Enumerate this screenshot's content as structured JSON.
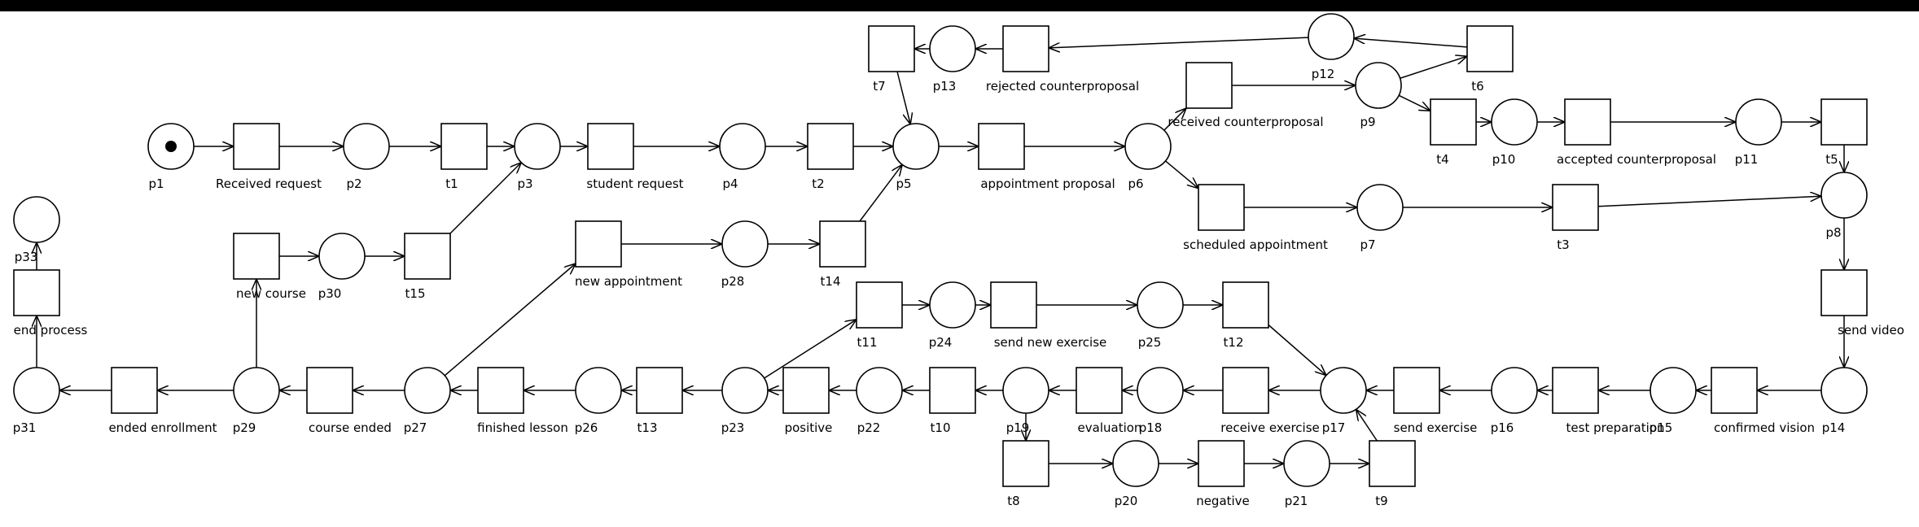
{
  "colors": {
    "stroke": "#000000",
    "background": "#ffffff",
    "top_bar": "#000000"
  },
  "places": [
    {
      "id": "p1",
      "label": "p1",
      "tokens": 1
    },
    {
      "id": "p2",
      "label": "p2",
      "tokens": 0
    },
    {
      "id": "p3",
      "label": "p3",
      "tokens": 0
    },
    {
      "id": "p4",
      "label": "p4",
      "tokens": 0
    },
    {
      "id": "p5",
      "label": "p5",
      "tokens": 0
    },
    {
      "id": "p6",
      "label": "p6",
      "tokens": 0
    },
    {
      "id": "p7",
      "label": "p7",
      "tokens": 0
    },
    {
      "id": "p8",
      "label": "p8",
      "tokens": 0
    },
    {
      "id": "p9",
      "label": "p9",
      "tokens": 0
    },
    {
      "id": "p10",
      "label": "p10",
      "tokens": 0
    },
    {
      "id": "p11",
      "label": "p11",
      "tokens": 0
    },
    {
      "id": "p12",
      "label": "p12",
      "tokens": 0
    },
    {
      "id": "p13",
      "label": "p13",
      "tokens": 0
    },
    {
      "id": "p14",
      "label": "p14",
      "tokens": 0
    },
    {
      "id": "p15",
      "label": "p15",
      "tokens": 0
    },
    {
      "id": "p16",
      "label": "p16",
      "tokens": 0
    },
    {
      "id": "p17",
      "label": "p17",
      "tokens": 0
    },
    {
      "id": "p18",
      "label": "p18",
      "tokens": 0
    },
    {
      "id": "p19",
      "label": "p19",
      "tokens": 0
    },
    {
      "id": "p20",
      "label": "p20",
      "tokens": 0
    },
    {
      "id": "p21",
      "label": "p21",
      "tokens": 0
    },
    {
      "id": "p22",
      "label": "p22",
      "tokens": 0
    },
    {
      "id": "p23",
      "label": "p23",
      "tokens": 0
    },
    {
      "id": "p24",
      "label": "p24",
      "tokens": 0
    },
    {
      "id": "p25",
      "label": "p25",
      "tokens": 0
    },
    {
      "id": "p26",
      "label": "p26",
      "tokens": 0
    },
    {
      "id": "p27",
      "label": "p27",
      "tokens": 0
    },
    {
      "id": "p28",
      "label": "p28",
      "tokens": 0
    },
    {
      "id": "p29",
      "label": "p29",
      "tokens": 0
    },
    {
      "id": "p30",
      "label": "p30",
      "tokens": 0
    },
    {
      "id": "p31",
      "label": "p31",
      "tokens": 0
    },
    {
      "id": "p33",
      "label": "p33",
      "tokens": 0
    }
  ],
  "transitions": [
    {
      "id": "received_request",
      "label": "Received request"
    },
    {
      "id": "t1",
      "label": "t1"
    },
    {
      "id": "student_request",
      "label": "student request"
    },
    {
      "id": "t2",
      "label": "t2"
    },
    {
      "id": "appointment_proposal",
      "label": "appointment proposal"
    },
    {
      "id": "received_counterproposal",
      "label": "received counterproposal"
    },
    {
      "id": "scheduled_appointment",
      "label": "scheduled appointment"
    },
    {
      "id": "t3",
      "label": "t3"
    },
    {
      "id": "t4",
      "label": "t4"
    },
    {
      "id": "accepted_counterproposal",
      "label": "accepted counterproposal"
    },
    {
      "id": "t5",
      "label": "t5"
    },
    {
      "id": "t6",
      "label": "t6"
    },
    {
      "id": "rejected_counterproposal",
      "label": "rejected counterproposal"
    },
    {
      "id": "t7",
      "label": "t7"
    },
    {
      "id": "send_video",
      "label": "send video"
    },
    {
      "id": "confirmed_vision",
      "label": "confirmed vision"
    },
    {
      "id": "test_preparation",
      "label": "test preparation"
    },
    {
      "id": "send_exercise",
      "label": "send exercise"
    },
    {
      "id": "receive_exercise",
      "label": "receive exercise"
    },
    {
      "id": "evaluation",
      "label": "evaluation"
    },
    {
      "id": "t8",
      "label": "t8"
    },
    {
      "id": "negative",
      "label": "negative"
    },
    {
      "id": "t9",
      "label": "t9"
    },
    {
      "id": "t10",
      "label": "t10"
    },
    {
      "id": "positive",
      "label": "positive"
    },
    {
      "id": "t11",
      "label": "t11"
    },
    {
      "id": "send_new_exercise",
      "label": "send new exercise"
    },
    {
      "id": "t12",
      "label": "t12"
    },
    {
      "id": "t13",
      "label": "t13"
    },
    {
      "id": "finished_lesson",
      "label": "finished lesson"
    },
    {
      "id": "new_appointment",
      "label": "new appointment"
    },
    {
      "id": "t14",
      "label": "t14"
    },
    {
      "id": "course_ended",
      "label": "course ended"
    },
    {
      "id": "new_course",
      "label": "new course"
    },
    {
      "id": "t15",
      "label": "t15"
    },
    {
      "id": "ended_enrollment",
      "label": "ended enrollment"
    },
    {
      "id": "end_process",
      "label": "end process"
    }
  ],
  "arcs": [
    [
      "p1",
      "received_request"
    ],
    [
      "received_request",
      "p2"
    ],
    [
      "p2",
      "t1"
    ],
    [
      "t1",
      "p3"
    ],
    [
      "p3",
      "student_request"
    ],
    [
      "student_request",
      "p4"
    ],
    [
      "p4",
      "t2"
    ],
    [
      "t2",
      "p5"
    ],
    [
      "p5",
      "appointment_proposal"
    ],
    [
      "appointment_proposal",
      "p6"
    ],
    [
      "p6",
      "received_counterproposal"
    ],
    [
      "p6",
      "scheduled_appointment"
    ],
    [
      "scheduled_appointment",
      "p7"
    ],
    [
      "p7",
      "t3"
    ],
    [
      "t3",
      "p8"
    ],
    [
      "received_counterproposal",
      "p9"
    ],
    [
      "p9",
      "t4"
    ],
    [
      "t4",
      "p10"
    ],
    [
      "p10",
      "accepted_counterproposal"
    ],
    [
      "accepted_counterproposal",
      "p11"
    ],
    [
      "p11",
      "t5"
    ],
    [
      "t5",
      "p8"
    ],
    [
      "p9",
      "t6"
    ],
    [
      "t6",
      "p12"
    ],
    [
      "p12",
      "rejected_counterproposal"
    ],
    [
      "rejected_counterproposal",
      "p13"
    ],
    [
      "p13",
      "t7"
    ],
    [
      "t7",
      "p5"
    ],
    [
      "p8",
      "send_video"
    ],
    [
      "send_video",
      "p14"
    ],
    [
      "p14",
      "confirmed_vision"
    ],
    [
      "confirmed_vision",
      "p15"
    ],
    [
      "p15",
      "test_preparation"
    ],
    [
      "test_preparation",
      "p16"
    ],
    [
      "p16",
      "send_exercise"
    ],
    [
      "send_exercise",
      "p17"
    ],
    [
      "p17",
      "receive_exercise"
    ],
    [
      "receive_exercise",
      "p18"
    ],
    [
      "p18",
      "evaluation"
    ],
    [
      "evaluation",
      "p19"
    ],
    [
      "p19",
      "t8"
    ],
    [
      "t8",
      "p20"
    ],
    [
      "p20",
      "negative"
    ],
    [
      "negative",
      "p21"
    ],
    [
      "p21",
      "t9"
    ],
    [
      "t9",
      "p17"
    ],
    [
      "p19",
      "t10"
    ],
    [
      "t10",
      "p22"
    ],
    [
      "p22",
      "positive"
    ],
    [
      "positive",
      "p23"
    ],
    [
      "p23",
      "t11"
    ],
    [
      "t11",
      "p24"
    ],
    [
      "p24",
      "send_new_exercise"
    ],
    [
      "send_new_exercise",
      "p25"
    ],
    [
      "p25",
      "t12"
    ],
    [
      "t12",
      "p17"
    ],
    [
      "p23",
      "t13"
    ],
    [
      "t13",
      "p26"
    ],
    [
      "p26",
      "finished_lesson"
    ],
    [
      "finished_lesson",
      "p27"
    ],
    [
      "p27",
      "new_appointment"
    ],
    [
      "new_appointment",
      "p28"
    ],
    [
      "p28",
      "t14"
    ],
    [
      "t14",
      "p5"
    ],
    [
      "p27",
      "course_ended"
    ],
    [
      "course_ended",
      "p29"
    ],
    [
      "p29",
      "new_course"
    ],
    [
      "new_course",
      "p30"
    ],
    [
      "p30",
      "t15"
    ],
    [
      "t15",
      "p3"
    ],
    [
      "p29",
      "ended_enrollment"
    ],
    [
      "ended_enrollment",
      "p31"
    ],
    [
      "p31",
      "end_process"
    ],
    [
      "end_process",
      "p33"
    ]
  ]
}
